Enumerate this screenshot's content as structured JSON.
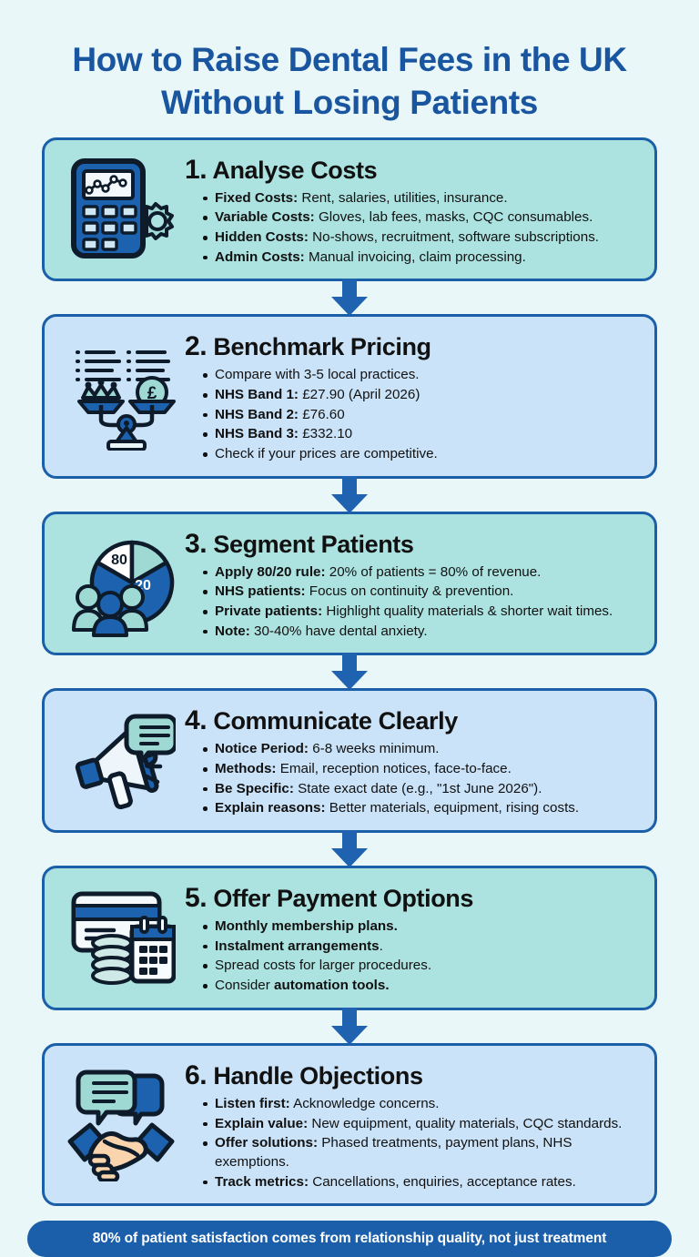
{
  "title": "How to Raise Dental Fees in the UK Without Losing Patients",
  "colors": {
    "page_background": "#e9f7f8",
    "title_blue": "#1a55a0",
    "card_border": "#1a5fa8",
    "card_teal": "#ace3e0",
    "card_blue": "#cbe3f8",
    "arrow_blue": "#1f63b0",
    "footer_blue": "#1b5faa",
    "icon_blue": "#1c62ae",
    "icon_teal": "#9fd9d4"
  },
  "steps": [
    {
      "number": "1.",
      "heading": "Analyse Costs",
      "theme": "teal",
      "icon": "calculator-gear-icon",
      "bullets": [
        {
          "lead": "Fixed Costs:",
          "rest": " Rent, salaries, utilities, insurance."
        },
        {
          "lead": "Variable Costs:",
          "rest": " Gloves, lab fees, masks, CQC consumables."
        },
        {
          "lead": "Hidden Costs:",
          "rest": " No-shows, recruitment, software subscriptions."
        },
        {
          "lead": "Admin Costs:",
          "rest": " Manual invoicing, claim processing."
        }
      ]
    },
    {
      "number": "2.",
      "heading": "Benchmark Pricing",
      "theme": "blue",
      "icon": "balance-scales-icon",
      "bullets": [
        {
          "lead": "",
          "rest": "Compare with 3-5 local practices."
        },
        {
          "lead": "NHS Band 1:",
          "rest": " £27.90 (April 2026)"
        },
        {
          "lead": "NHS Band 2:",
          "rest": " £76.60"
        },
        {
          "lead": "NHS Band 3:",
          "rest": " £332.10"
        },
        {
          "lead": "",
          "rest": "Check if your prices are competitive."
        }
      ]
    },
    {
      "number": "3.",
      "heading": "Segment Patients",
      "theme": "teal",
      "icon": "pie-chart-people-icon",
      "bullets": [
        {
          "lead": "Apply 80/20 rule:",
          "rest": " 20% of patients = 80% of revenue."
        },
        {
          "lead": "NHS patients:",
          "rest": " Focus on continuity & prevention."
        },
        {
          "lead": "Private patients:",
          "rest": " Highlight quality materials & shorter wait times."
        },
        {
          "lead": "Note:",
          "rest": " 30-40% have dental anxiety."
        }
      ]
    },
    {
      "number": "4.",
      "heading": "Communicate Clearly",
      "theme": "blue",
      "icon": "megaphone-icon",
      "bullets": [
        {
          "lead": "Notice Period:",
          "rest": " 6-8 weeks minimum."
        },
        {
          "lead": "Methods:",
          "rest": " Email, reception notices, face-to-face."
        },
        {
          "lead": "Be Specific:",
          "rest": " State exact date (e.g., \"1st June 2026\")."
        },
        {
          "lead": "Explain reasons:",
          "rest": " Better materials, equipment, rising costs."
        }
      ]
    },
    {
      "number": "5.",
      "heading": "Offer Payment Options",
      "theme": "teal",
      "icon": "credit-card-calendar-coins-icon",
      "bullets": [
        {
          "lead": "Monthly membership plans.",
          "rest": ""
        },
        {
          "lead": "Instalment arrangements",
          "rest": "."
        },
        {
          "lead": "",
          "rest": "Spread costs for larger procedures."
        },
        {
          "lead": "",
          "rest": "Consider ",
          "tail_bold": "automation tools."
        }
      ]
    },
    {
      "number": "6.",
      "heading": "Handle Objections",
      "theme": "blue",
      "icon": "handshake-speech-icon",
      "bullets": [
        {
          "lead": "Listen first:",
          "rest": " Acknowledge concerns."
        },
        {
          "lead": "Explain value:",
          "rest": " New equipment, quality materials, CQC standards."
        },
        {
          "lead": "Offer solutions:",
          "rest": " Phased treatments, payment plans, NHS exemptions."
        },
        {
          "lead": "Track metrics:",
          "rest": " Cancellations, enquiries, acceptance rates."
        }
      ]
    }
  ],
  "footer": "80% of patient satisfaction comes from relationship quality, not just treatment"
}
